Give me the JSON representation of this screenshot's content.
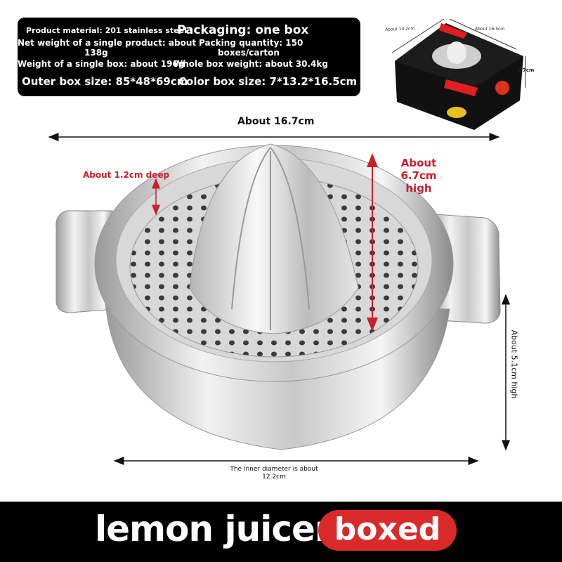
{
  "specs": {
    "material": "Product material: 201 stainless steel",
    "packaging": "Packaging: one box",
    "net_weight_line1": "Net weight of a single product: about",
    "net_weight_line2": "138g",
    "packing_qty_line1": "Packing quantity: 150",
    "packing_qty_line2": "boxes/carton",
    "single_box_weight": "Weight of a single box: about 196g",
    "whole_box_weight": "Whole box weight: about 30.4kg",
    "outer_box_size": "Outer box size: 85*48*69cm",
    "color_box_size": "Color box size: 7*13.2*16.5cm"
  },
  "box_image": {
    "width_label": "About 13.2cm",
    "length_label": "About 16.5cm",
    "height_label": "约7cm"
  },
  "dimensions": {
    "overall_width": "About 16.7cm",
    "depth": "About 1.2cm deep",
    "cone_height_line1": "About 6.7cm",
    "cone_height_line2": "high",
    "bowl_height": "About 5.1cm high",
    "inner_diameter_line1": "The inner diameter is about",
    "inner_diameter_line2": "12.2cm"
  },
  "banner": {
    "title": "lemon juicer",
    "badge": "boxed"
  },
  "colors": {
    "accent_red": "#d92a2a",
    "label_red": "#c8202a",
    "background_dark": "#000000"
  }
}
